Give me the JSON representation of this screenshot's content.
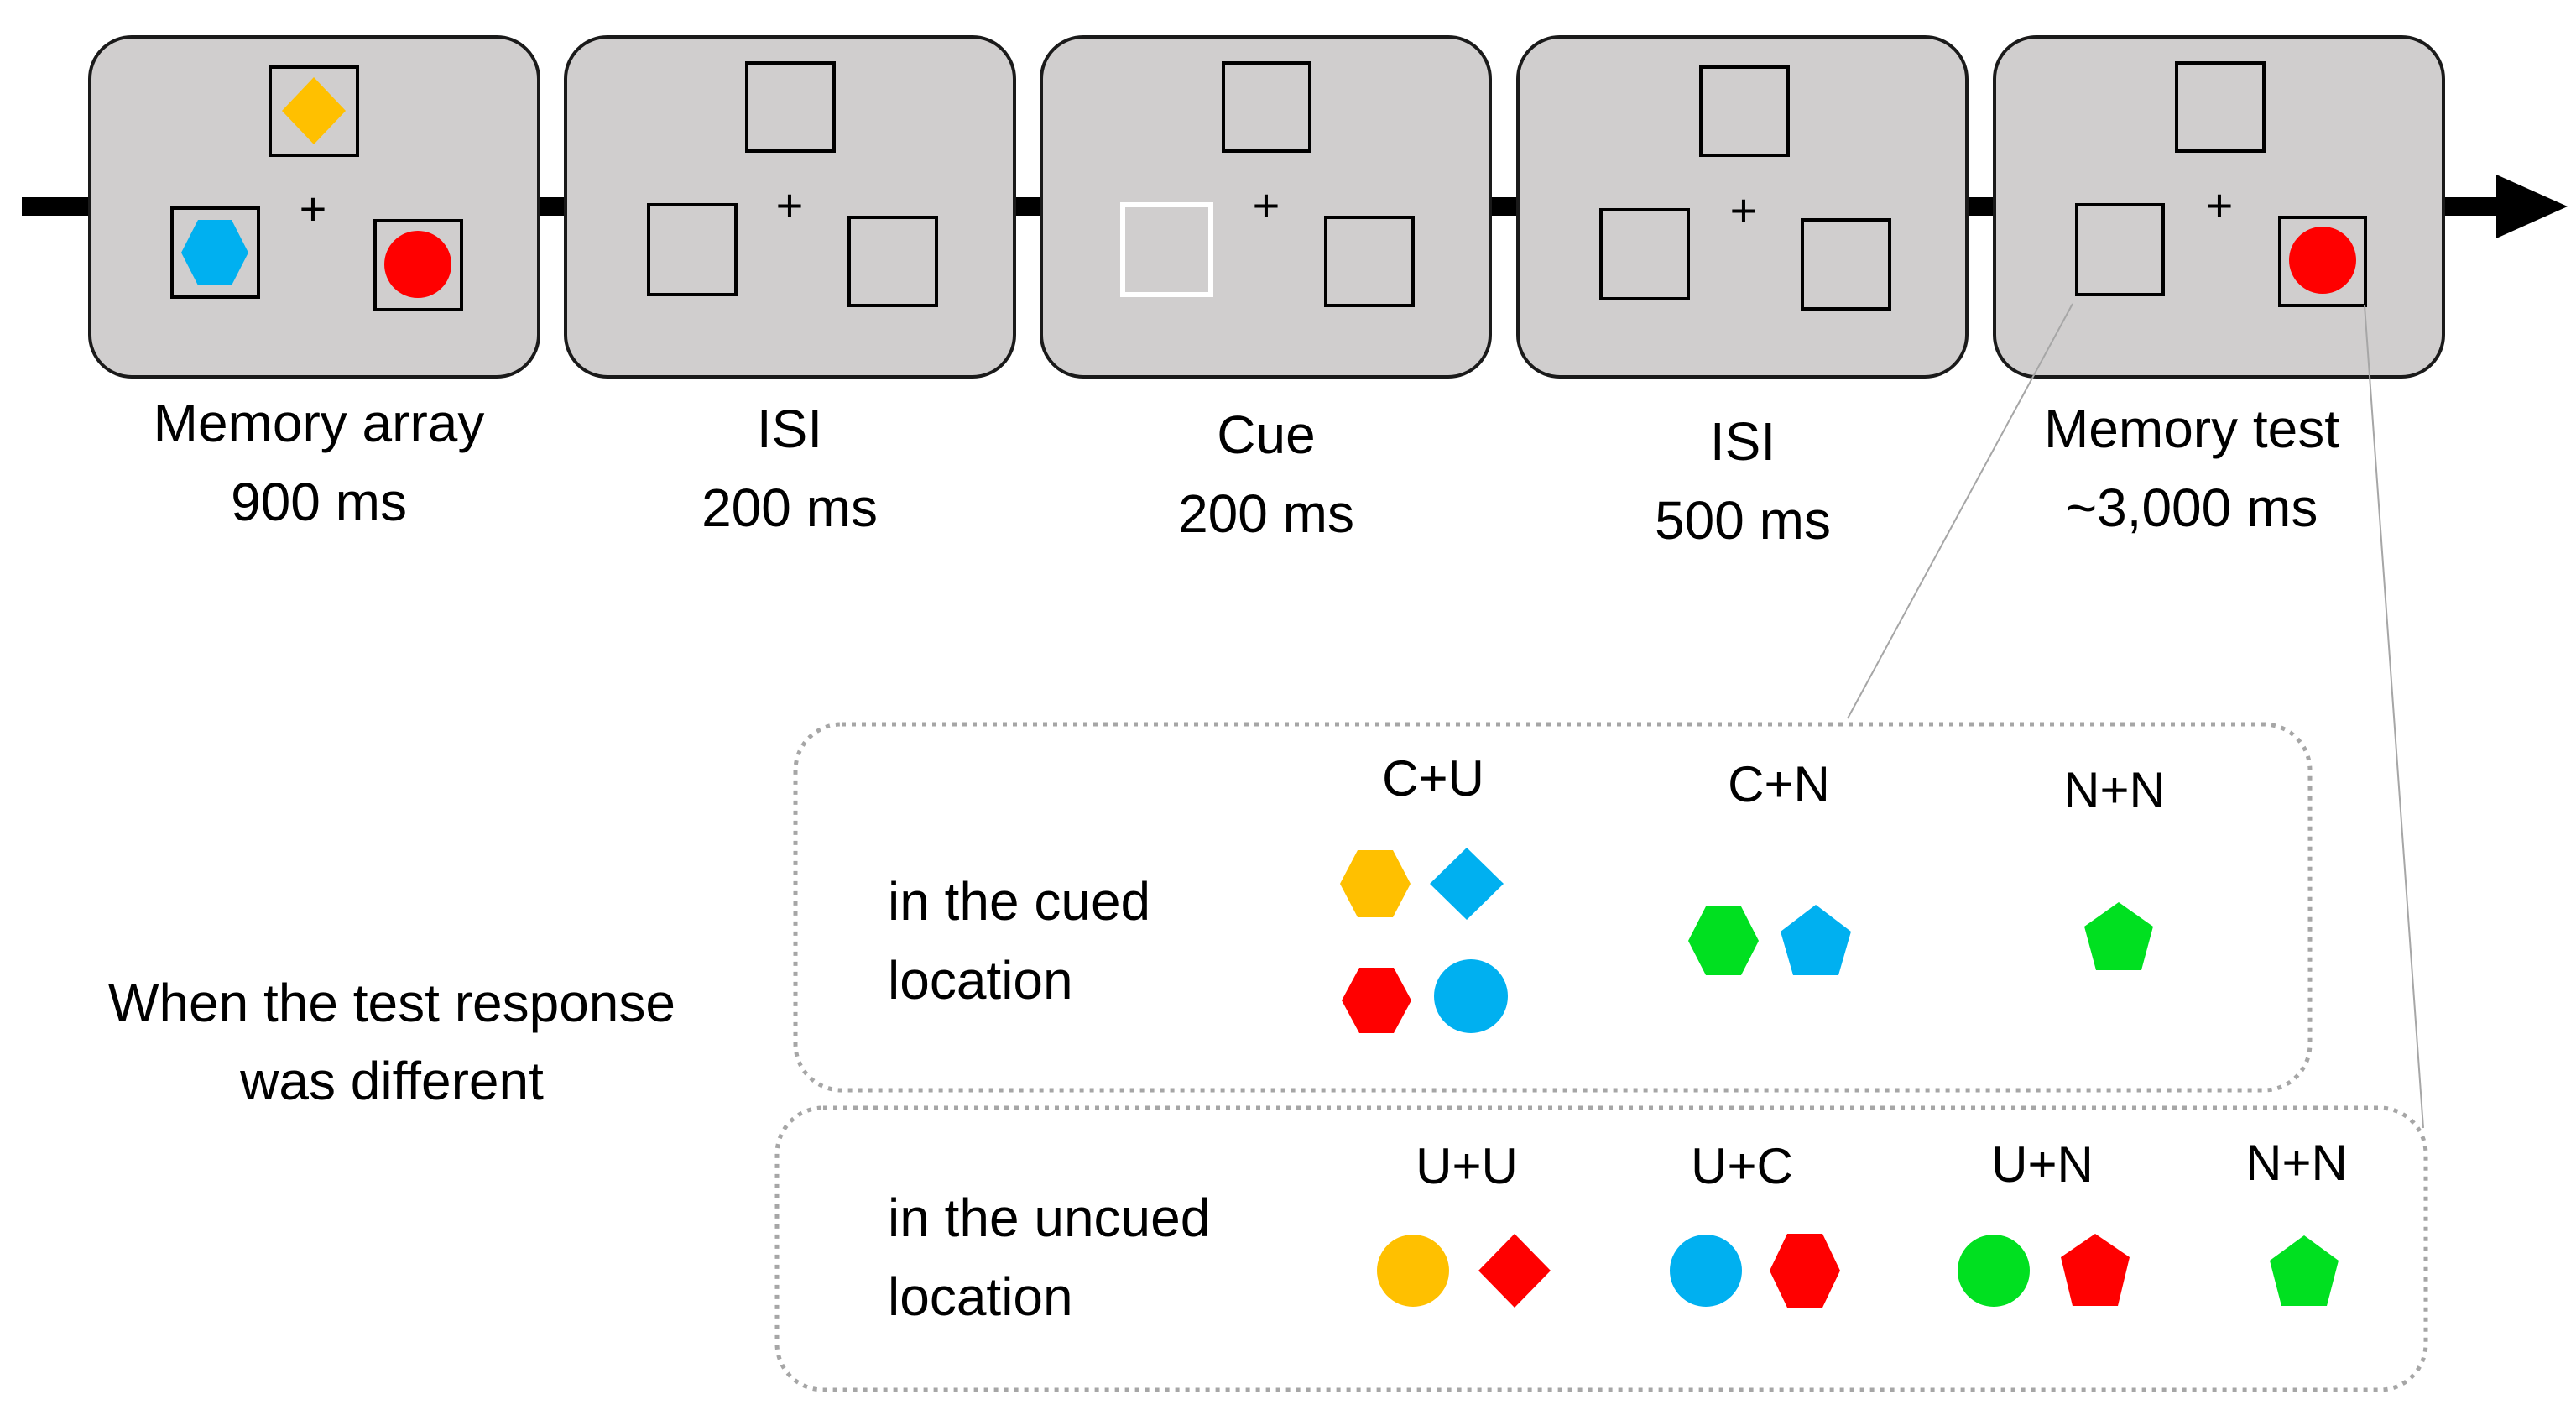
{
  "colors": {
    "panel_fill": "#d0cece",
    "panel_stroke": "#1a1a1a",
    "orange": "#ffc000",
    "blue": "#00b0f0",
    "red": "#ff0000",
    "green": "#00e020",
    "cue_highlight": "#ffffff",
    "dotted_border": "#a6a6a6"
  },
  "timeline": {
    "fixation": "+",
    "panels": [
      {
        "name": "Memory array",
        "duration": "900 ms",
        "top_box": {
          "shape": "diamond",
          "color": "orange"
        },
        "left_box": {
          "shape": "hexagon",
          "color": "blue"
        },
        "right_box": {
          "shape": "circle",
          "color": "red"
        }
      },
      {
        "name": "ISI",
        "duration": "200 ms"
      },
      {
        "name": "Cue",
        "duration": "200 ms",
        "cued_box": "left"
      },
      {
        "name": "ISI",
        "duration": "500 ms"
      },
      {
        "name": "Memory test",
        "duration": "~3,000 ms",
        "right_box": {
          "shape": "circle",
          "color": "red"
        }
      }
    ]
  },
  "legend": {
    "side_label_line1": "When the test response",
    "side_label_line2": "was different",
    "cued": {
      "label_line1": "in the cued",
      "label_line2": "location",
      "groups": [
        {
          "label": "C+U",
          "shapes": [
            {
              "shape": "hexagon",
              "color": "orange"
            },
            {
              "shape": "diamond",
              "color": "blue"
            },
            {
              "shape": "hexagon",
              "color": "red"
            },
            {
              "shape": "circle",
              "color": "blue"
            }
          ]
        },
        {
          "label": "C+N",
          "shapes": [
            {
              "shape": "hexagon",
              "color": "green"
            },
            {
              "shape": "pentagon",
              "color": "blue"
            }
          ]
        },
        {
          "label": "N+N",
          "shapes": [
            {
              "shape": "pentagon",
              "color": "green"
            }
          ]
        }
      ]
    },
    "uncued": {
      "label_line1": "in the uncued",
      "label_line2": "location",
      "groups": [
        {
          "label": "U+U",
          "shapes": [
            {
              "shape": "circle",
              "color": "orange"
            },
            {
              "shape": "diamond",
              "color": "red"
            }
          ]
        },
        {
          "label": "U+C",
          "shapes": [
            {
              "shape": "circle",
              "color": "blue"
            },
            {
              "shape": "hexagon",
              "color": "red"
            }
          ]
        },
        {
          "label": "U+N",
          "shapes": [
            {
              "shape": "circle",
              "color": "green"
            },
            {
              "shape": "pentagon",
              "color": "red"
            }
          ]
        },
        {
          "label": "N+N",
          "shapes": [
            {
              "shape": "pentagon",
              "color": "green"
            }
          ]
        }
      ]
    }
  }
}
